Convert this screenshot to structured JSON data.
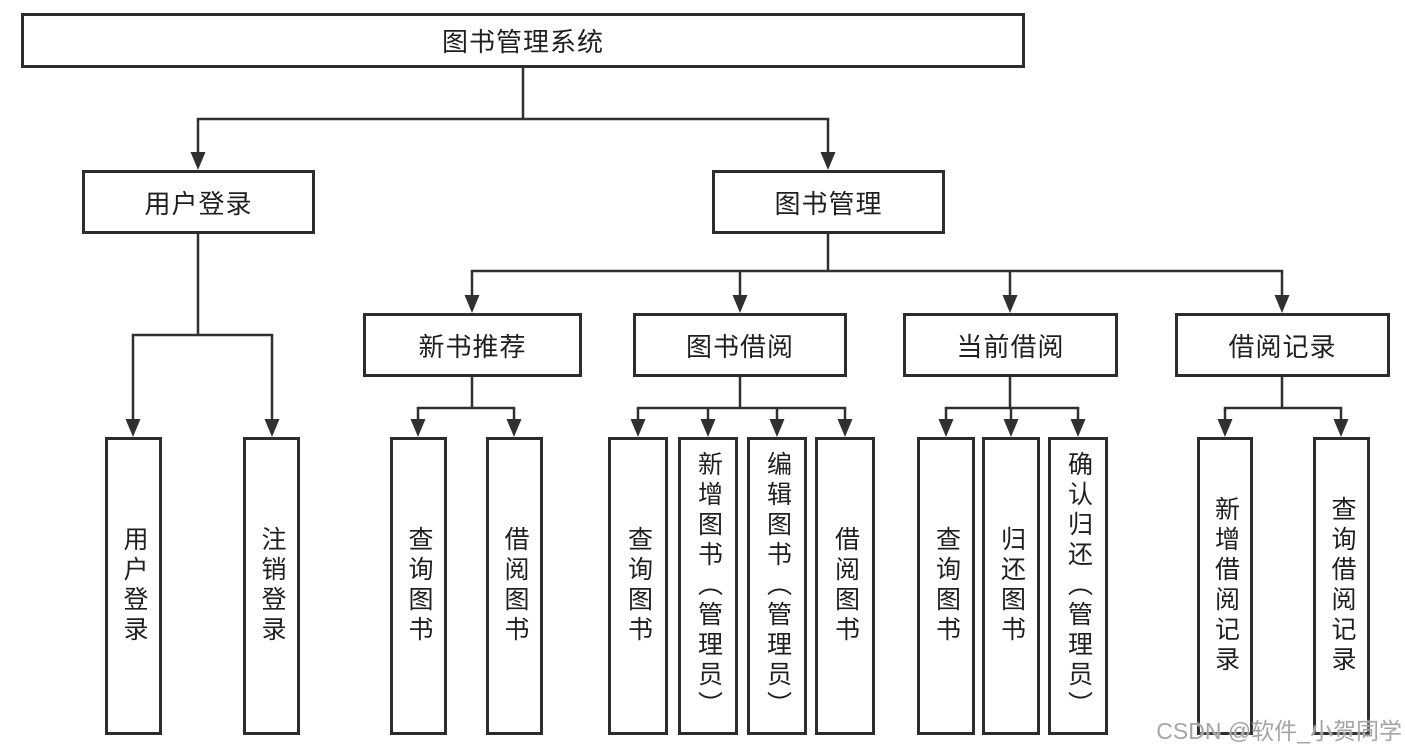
{
  "tree": {
    "label": "图书管理系统",
    "children": [
      {
        "label": "用户登录",
        "children": [
          {
            "label": "用户登录"
          },
          {
            "label": "注销登录"
          }
        ]
      },
      {
        "label": "图书管理",
        "children": [
          {
            "label": "新书推荐",
            "children": [
              {
                "label": "查询图书"
              },
              {
                "label": "借阅图书"
              }
            ]
          },
          {
            "label": "图书借阅",
            "children": [
              {
                "label": "查询图书"
              },
              {
                "label": "新增图书（管理员）"
              },
              {
                "label": "编辑图书（管理员）"
              },
              {
                "label": "借阅图书"
              }
            ]
          },
          {
            "label": "当前借阅",
            "children": [
              {
                "label": "查询图书"
              },
              {
                "label": "归还图书"
              },
              {
                "label": "确认归还（管理员）"
              }
            ]
          },
          {
            "label": "借阅记录",
            "children": [
              {
                "label": "新增借阅记录"
              },
              {
                "label": "查询借阅记录"
              }
            ]
          }
        ]
      }
    ]
  },
  "watermark": "CSDN @软件_小贺同学",
  "colors": {
    "line": "#303030",
    "border": "#2d2d2d",
    "text": "#1f1f1f",
    "watermark_text": "#a5a5a5",
    "background": "#ffffff"
  }
}
